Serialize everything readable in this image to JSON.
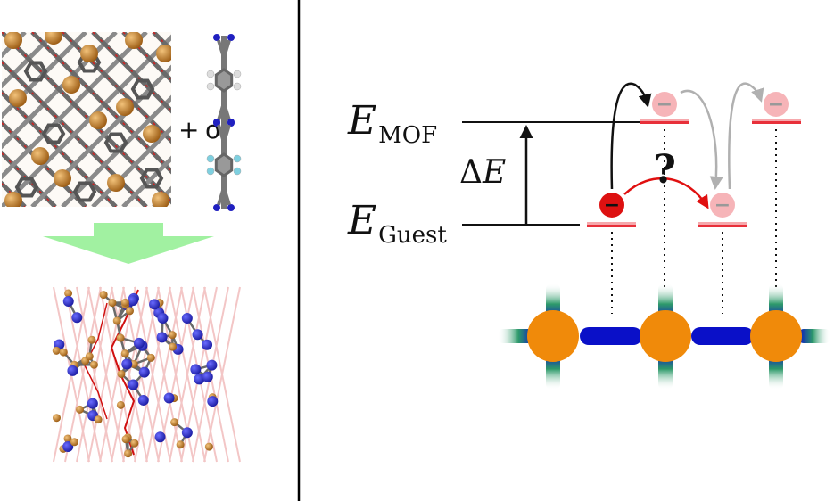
{
  "left_panel": {
    "plus_symbol": "+",
    "or_text": "or"
  },
  "energy_diagram": {
    "e_mof_symbol": "E",
    "e_mof_subscript": "MOF",
    "e_guest_symbol": "E",
    "e_guest_subscript": "Guest",
    "delta_e_prefix": "Δ",
    "delta_e_symbol": "E",
    "question_mark": "?",
    "electron_sign": "−"
  },
  "colors": {
    "metal_node": "#f08a0a",
    "linker": "#0a10c8",
    "level_line": "#e8303a",
    "electron_guest": "#dd1111",
    "electron_faded": "#f6b4b8",
    "arrow_primary": "#111111",
    "arrow_hop": "#e01010",
    "arrow_faded": "#b0b0b0",
    "down_arrow": "#90ee90",
    "divider": "#000000"
  }
}
